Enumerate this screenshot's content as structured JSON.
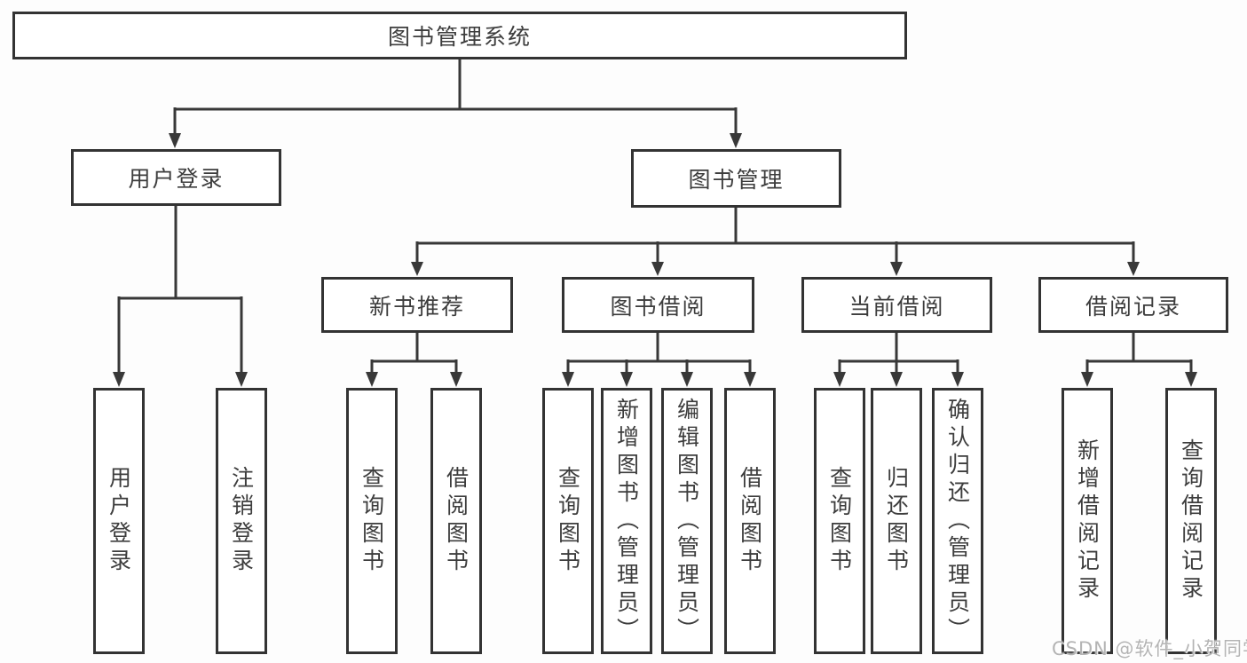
{
  "diagram": {
    "root": {
      "label": "图书管理系统"
    },
    "branches": [
      {
        "label": "用户登录",
        "children": [
          {
            "label": "用户登录"
          },
          {
            "label": "注销登录"
          }
        ]
      },
      {
        "label": "图书管理",
        "children": [
          {
            "label": "新书推荐",
            "children": [
              {
                "label": "查询图书"
              },
              {
                "label": "借阅图书"
              }
            ]
          },
          {
            "label": "图书借阅",
            "children": [
              {
                "label": "查询图书"
              },
              {
                "label": "新增图书（管理员）"
              },
              {
                "label": "编辑图书（管理员）"
              },
              {
                "label": "借阅图书"
              }
            ]
          },
          {
            "label": "当前借阅",
            "children": [
              {
                "label": "查询图书"
              },
              {
                "label": "归还图书"
              },
              {
                "label": "确认归还（管理员）"
              }
            ]
          },
          {
            "label": "借阅记录",
            "children": [
              {
                "label": "新增借阅记录"
              },
              {
                "label": "查询借阅记录"
              }
            ]
          }
        ]
      }
    ]
  },
  "watermark": {
    "text": "CSDN @软件_小贺同学"
  },
  "colors": {
    "line": "#383838",
    "box_border": "#333333",
    "text": "#3d3d3d",
    "watermark": "#b4b4b4",
    "background": "#fdfdfd"
  }
}
